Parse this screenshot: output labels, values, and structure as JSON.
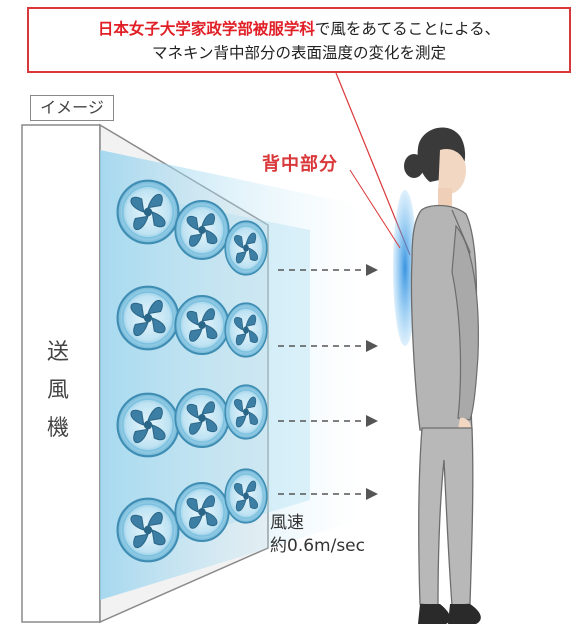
{
  "caption": {
    "highlight": "日本女子大学家政学部被服学科",
    "rest_line1": "で風をあてることによる、",
    "line2": "マネキン背中部分の表面温度の変化を測定"
  },
  "image_tag": "イメージ",
  "back_label": "背中部分",
  "fan_label": [
    "送",
    "風",
    "機"
  ],
  "speed_label": {
    "line1": "風速",
    "line2": "約0.6m/sec"
  },
  "colors": {
    "accent_red": "#e01f26",
    "fan_blue": "#5bb6e0",
    "back_glow": "#3a9be0",
    "suit_gray": "#9a9a9a"
  }
}
